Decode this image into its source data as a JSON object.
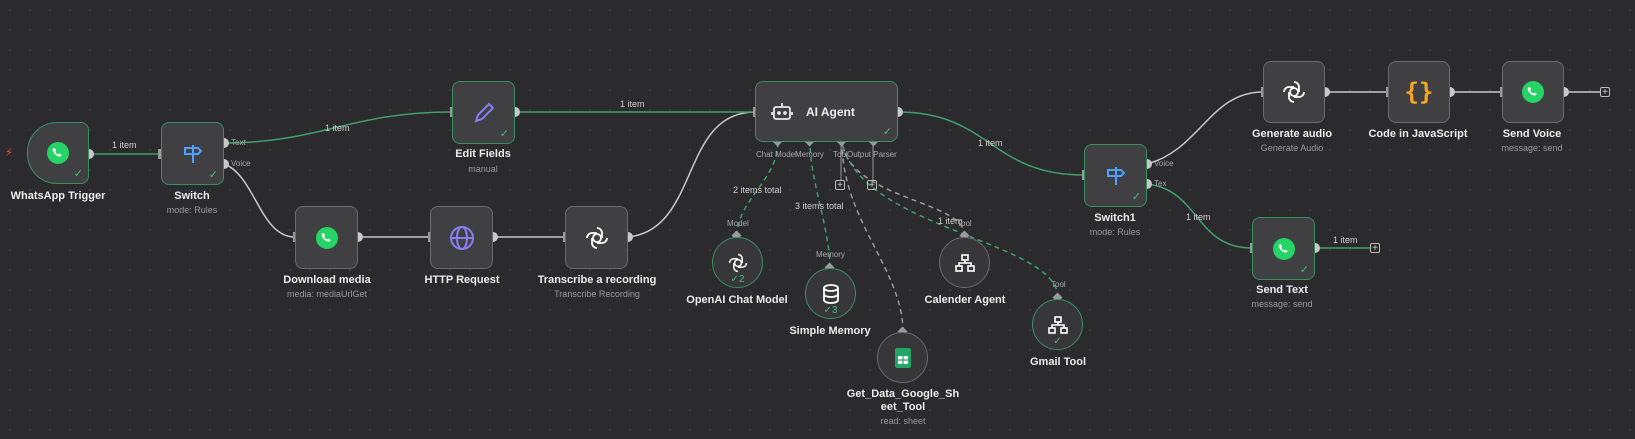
{
  "nodes": {
    "whatsapp_trigger": {
      "label": "WhatsApp Trigger"
    },
    "switch": {
      "label": "Switch",
      "sub": "mode: Rules",
      "out_text": "Text",
      "out_voice": "Voice"
    },
    "edit_fields": {
      "label": "Edit Fields",
      "sub": "manual"
    },
    "download_media": {
      "label": "Download media",
      "sub": "media: mediaUrlGet"
    },
    "http_request": {
      "label": "HTTP Request"
    },
    "transcribe": {
      "label": "Transcribe a recording",
      "sub": "Transcribe Recording"
    },
    "ai_agent": {
      "label": "AI Agent",
      "in_chat": "Chat Model",
      "in_memory": "Memory",
      "in_tool": "Tool",
      "in_parser": "Output Parser"
    },
    "openai_chat": {
      "label": "OpenAI Chat Model",
      "count": "2"
    },
    "simple_memory": {
      "label": "Simple Memory",
      "count": "3"
    },
    "google_sheet": {
      "label1": "Get_Data_Google_Sh",
      "label2": "eet_Tool",
      "sub": "read: sheet"
    },
    "calendar_agent": {
      "label": "Calender Agent"
    },
    "gmail_tool": {
      "label": "Gmail Tool"
    },
    "switch1": {
      "label": "Switch1",
      "sub": "mode: Rules",
      "out_voice": "Voice",
      "out_text": "Tex"
    },
    "generate_audio": {
      "label": "Generate audio",
      "sub": "Generate Audio"
    },
    "code_js": {
      "label": "Code in JavaScript"
    },
    "send_voice": {
      "label": "Send Voice",
      "sub": "message: send"
    },
    "send_text": {
      "label": "Send Text",
      "sub": "message: send"
    }
  },
  "edge_labels": {
    "trigger_switch": "1 item",
    "switch_edit": "1 item",
    "edit_agent": "1 item",
    "agent_switch1": "1 item",
    "switch1_sendtext": "1 item",
    "sendtext_out": "1 item",
    "chat_model_items": "2 items total",
    "memory_items": "3 items total",
    "tool_items": "1 item"
  },
  "handle_labels": {
    "model": "Model",
    "memory": "Memory",
    "tool1": "Tool",
    "tool2": "Tool"
  },
  "colors": {
    "canvas": "#2b2b2d",
    "node": "#404043",
    "success": "#3a8f62",
    "edge": "#c8c8c8",
    "whatsapp": "#25d366",
    "openai": "#ffffff",
    "http": "#8b7cf6",
    "code": "#f5a623",
    "edit": "#8b7cf6",
    "switch": "#4ea1ff"
  }
}
